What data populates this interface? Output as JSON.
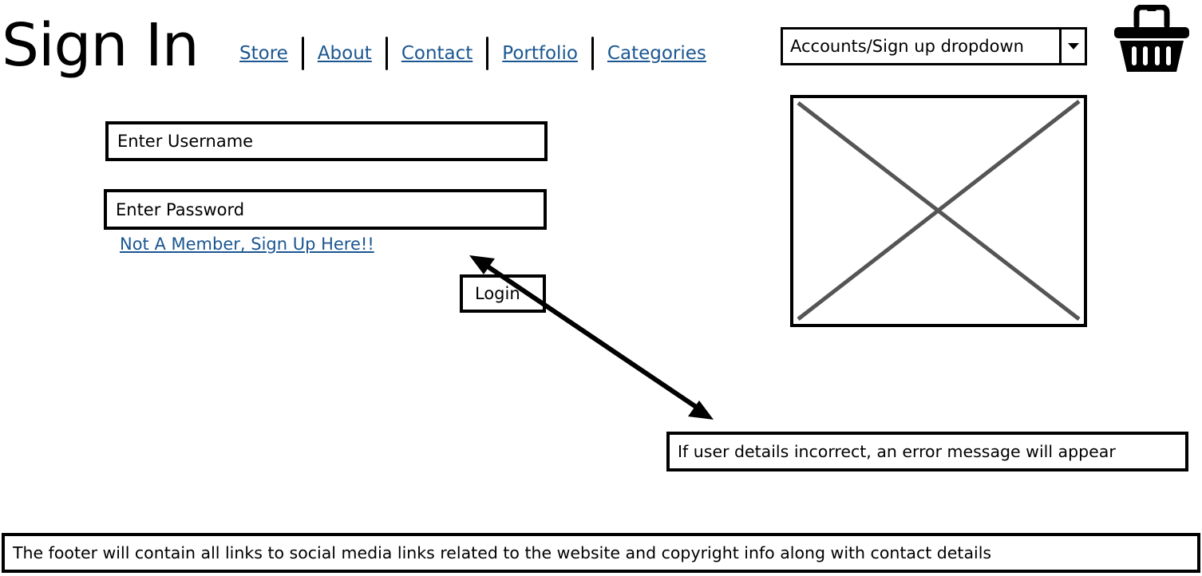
{
  "header": {
    "title": "Sign In",
    "nav": [
      "Store",
      "About",
      "Contact",
      "Portfolio",
      "Categories"
    ],
    "accounts_dropdown": "Accounts/Sign up dropdown",
    "basket_icon": "basket-icon"
  },
  "form": {
    "username_placeholder": "Enter Username",
    "password_placeholder": "Enter Password",
    "signup_link": "Not A Member, Sign Up Here!!",
    "login_label": "Login"
  },
  "annotation": {
    "error_note": "If user details incorrect, an error message will appear"
  },
  "footer": {
    "text": "The footer will contain all links to social media links related to the website and copyright info along with contact details"
  },
  "colors": {
    "link": "#1a5691",
    "placeholder_cross": "#555555"
  }
}
